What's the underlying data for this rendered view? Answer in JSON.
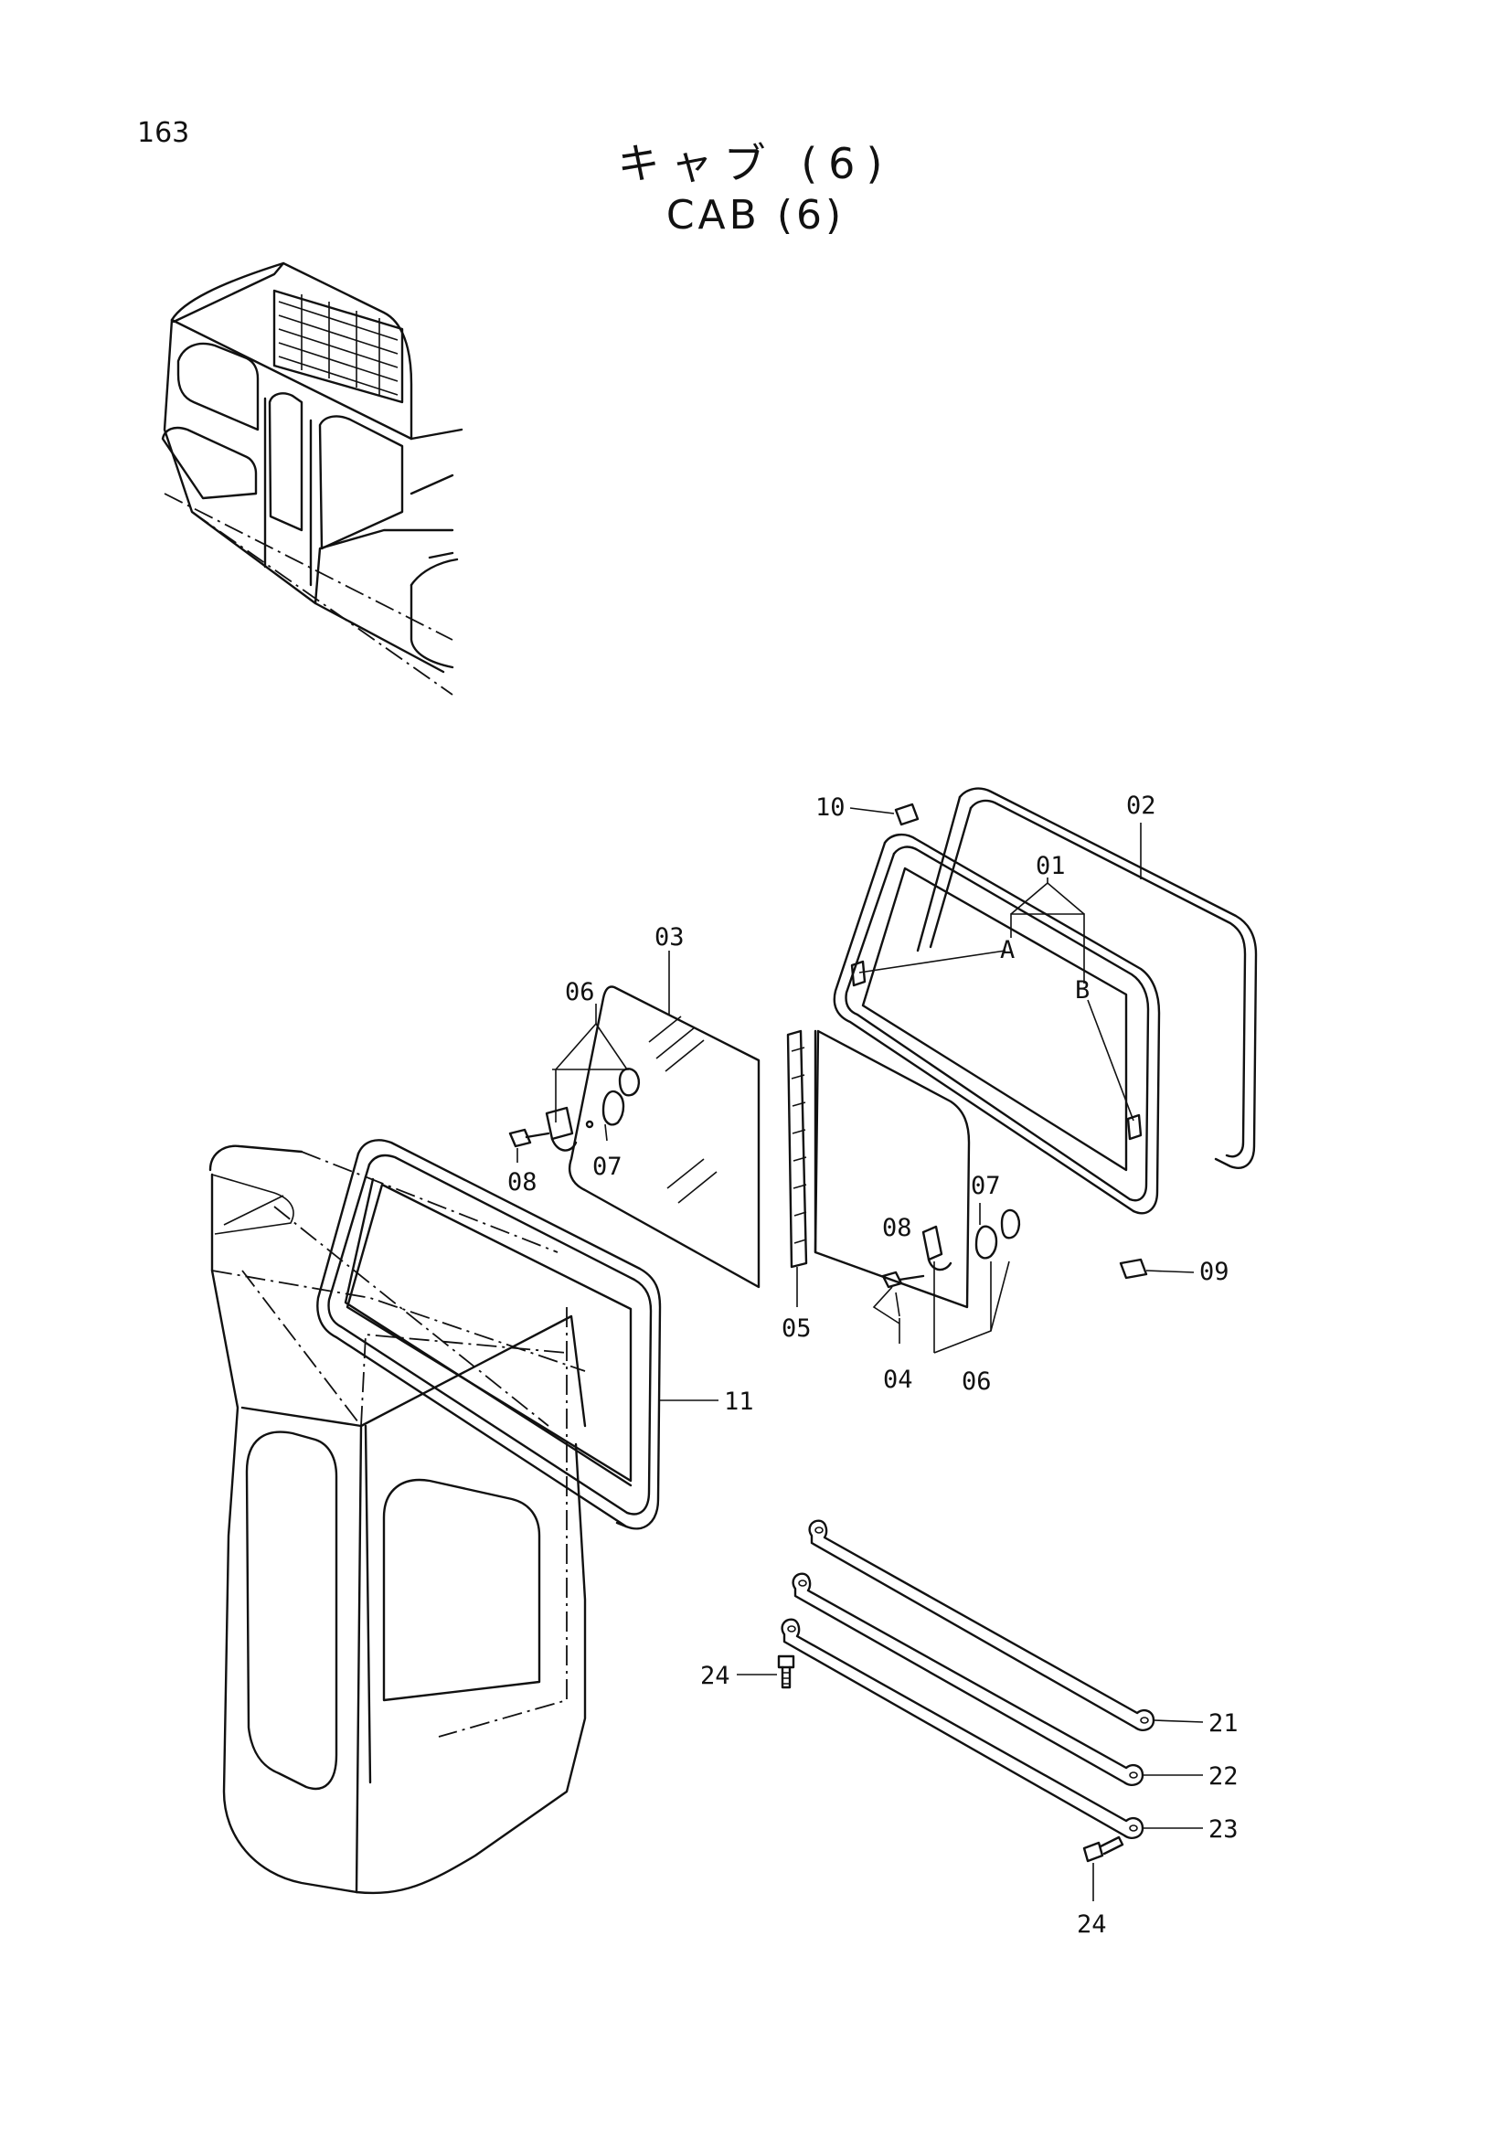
{
  "page": {
    "number": "163"
  },
  "title": {
    "japanese": "キャブ (6)",
    "english": "CAB (6)"
  },
  "callouts": {
    "c01": "01",
    "c02": "02",
    "c03": "03",
    "c04": "04",
    "c05": "05",
    "c06a": "06",
    "c06b": "06",
    "c07a": "07",
    "c07b": "07",
    "c08a": "08",
    "c08b": "08",
    "c09": "09",
    "c10": "10",
    "c11": "11",
    "c21": "21",
    "c22": "22",
    "c23": "23",
    "c24a": "24",
    "c24b": "24",
    "cA": "A",
    "cB": "B"
  },
  "icons": [
    "cab-overview-icon",
    "cab-body-icon",
    "window-seal-icon",
    "glass-panel-icon",
    "sliding-frame-icon",
    "link-rod-icon",
    "bolt-icon"
  ]
}
